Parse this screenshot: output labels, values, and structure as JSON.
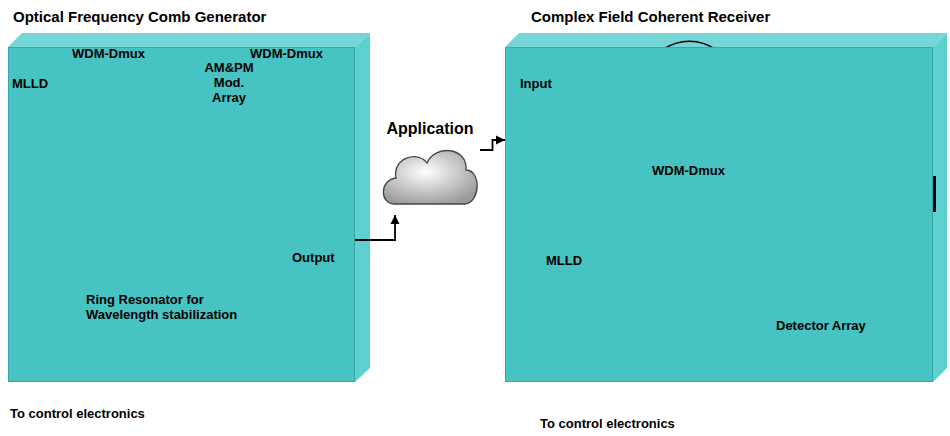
{
  "diagram": {
    "nodes": [
      {
        "text": [
          "Optical Frequency Comb Generator"
        ]
      },
      {
        "text": [
          "Complex Field Coherent Receiver"
        ]
      },
      {
        "text": [
          "Application"
        ]
      }
    ],
    "edges": [
      {
        "from": 0,
        "to": 2,
        "arrow": "to"
      },
      {
        "from": 2,
        "to": 1,
        "arrow": "to"
      }
    ],
    "labels": [
      "AM&PM Mod. Array",
      "WDM-Dmux",
      "WDM-Dmux",
      "MLLD",
      "Output",
      "Ring Resonator for Wavelength stabilization",
      "To control electronics",
      "Input",
      "WDM-Dmux",
      "MLLD",
      "Detector Array",
      "To control electronics"
    ]
  }
}
